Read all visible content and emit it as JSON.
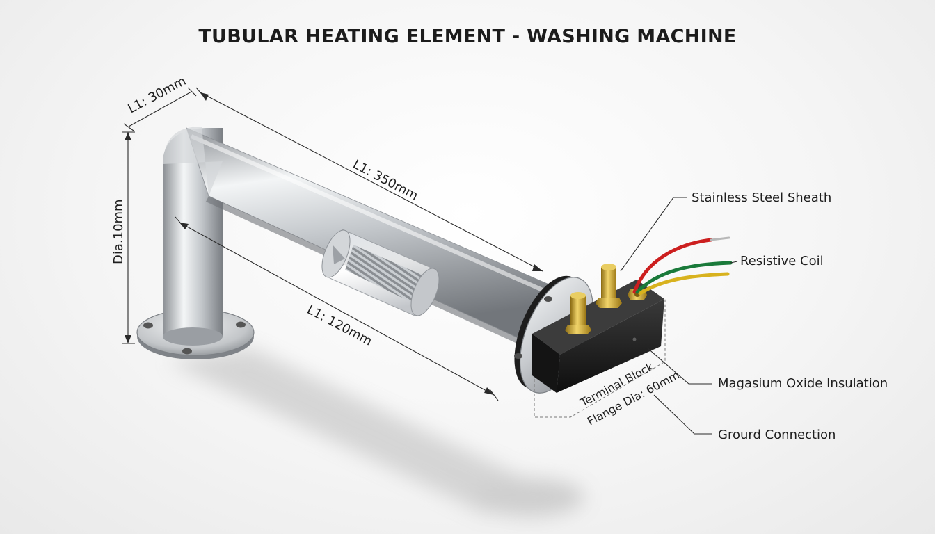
{
  "title": "TUBULAR HEATING ELEMENT - WASHING MACHINE",
  "dimensions": {
    "vertical_length": "L1: 30mm",
    "horizontal_length": "L1: 350mm",
    "inner_length": "L1: 120mm",
    "diameter": "Dia.10mm",
    "flange_diameter": "Flange Dia: 60mm"
  },
  "labels": {
    "terminal_block": "Terminal Block"
  },
  "callouts": [
    {
      "label": "Stainless Steel Sheath"
    },
    {
      "label": "Resistive Coil"
    },
    {
      "label": "Magasium Oxide Insulation"
    },
    {
      "label": "Grourd Connection"
    }
  ],
  "colors": {
    "steel_light": "#e9ecee",
    "steel_mid": "#b8bcc0",
    "steel_dark": "#7d8186",
    "brass": "#c9a227",
    "terminal_block": "#1b1b1b",
    "wire_red": "#cc1f1f",
    "wire_green": "#1a7a3a",
    "wire_yellow": "#d8b21e"
  }
}
